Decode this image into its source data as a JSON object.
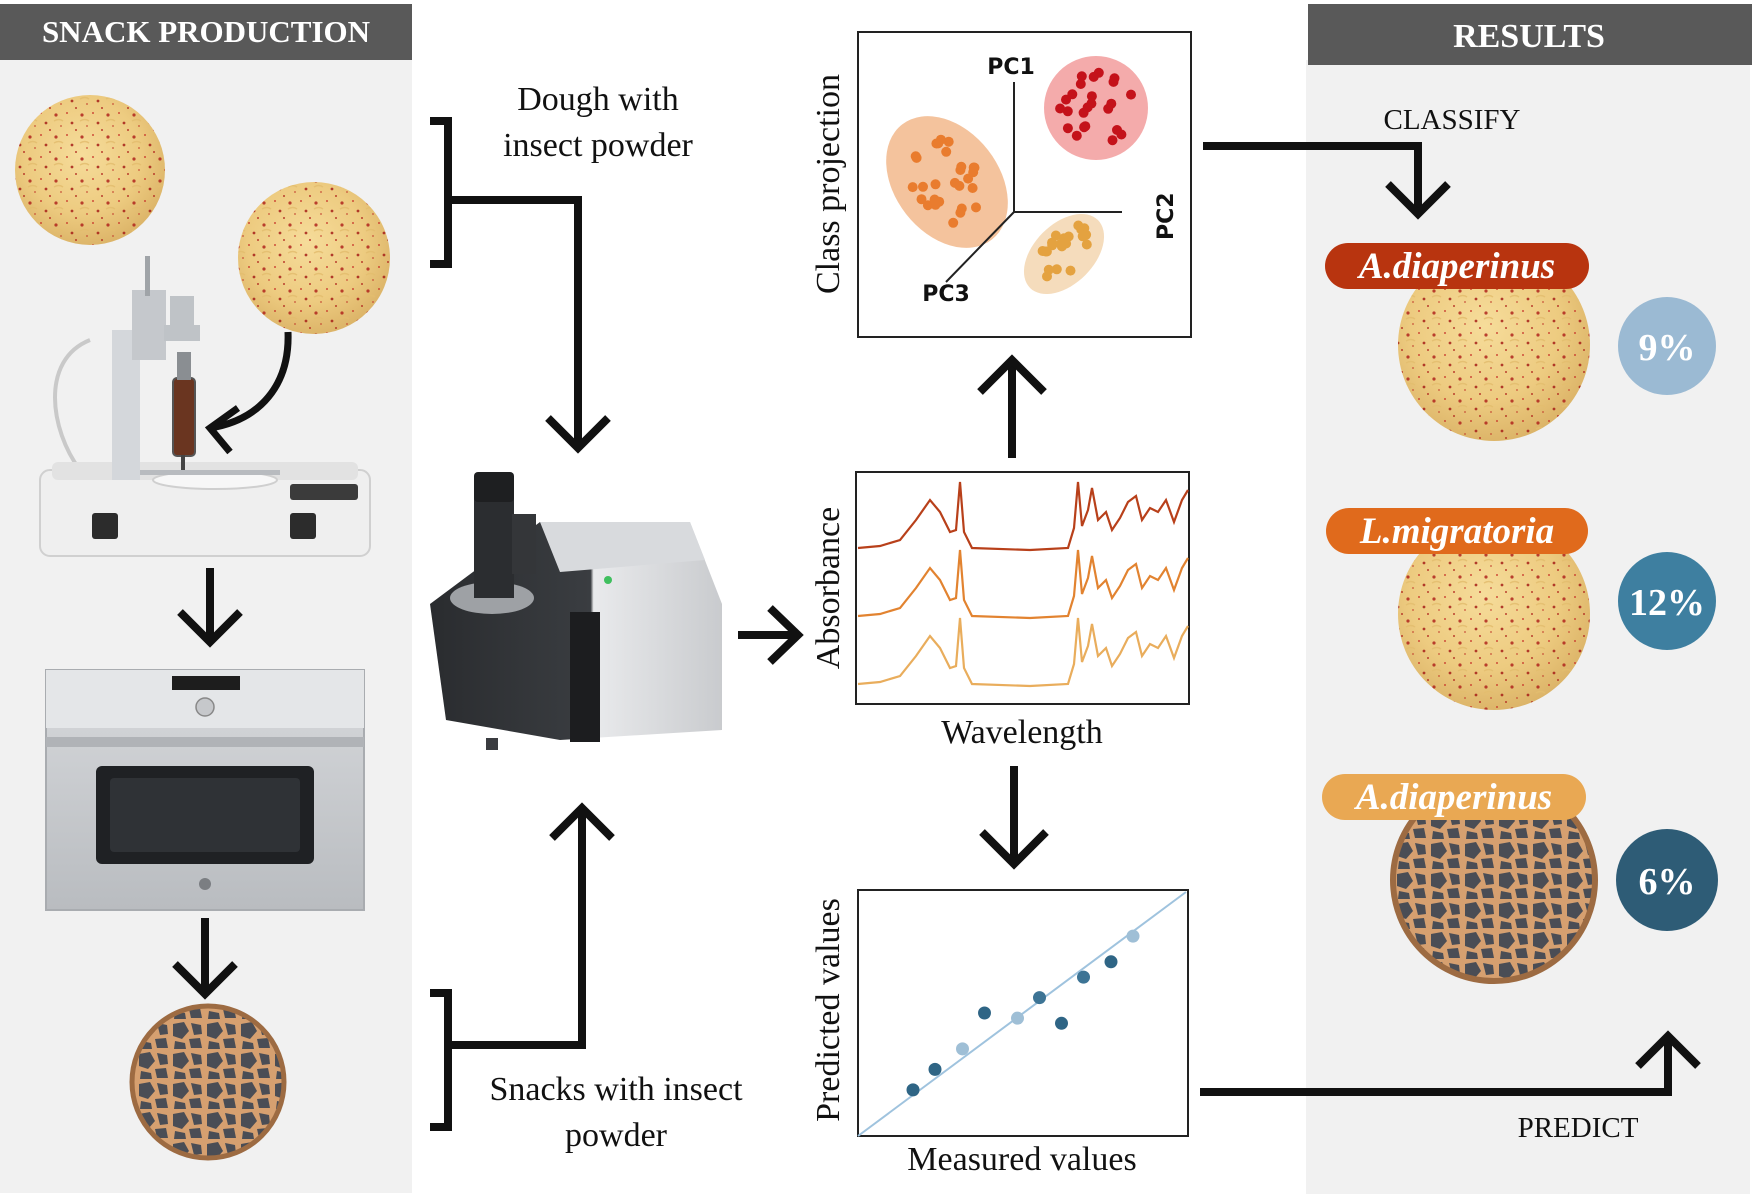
{
  "left_panel": {
    "title": "SNACK PRODUCTION"
  },
  "right_panel": {
    "title": "RESULTS"
  },
  "flow": {
    "dough_label_line1": "Dough with",
    "dough_label_line2": "insect powder",
    "snack_label_line1": "Snacks with insect",
    "snack_label_line2": "powder"
  },
  "pca_plot": {
    "ylabel": "Class projection",
    "axis_pc1": "PC1",
    "axis_pc2": "PC2",
    "axis_pc3": "PC3"
  },
  "spectra_plot": {
    "ylabel": "Absorbance",
    "xlabel": "Wavelength",
    "series_colors": [
      "#b8401a",
      "#e28330",
      "#e9ad5c"
    ]
  },
  "regression_plot": {
    "ylabel": "Predicted values",
    "xlabel": "Measured values"
  },
  "actions": {
    "classify": "CLASSIFY",
    "predict": "PREDICT"
  },
  "results": [
    {
      "species": "A.diaperinus",
      "percent": "9%",
      "label_color": "#b8340f",
      "badge_color": "#9bbad3"
    },
    {
      "species": "L.migratoria",
      "percent": "12%",
      "label_color": "#e06a1c",
      "badge_color": "#3e7fa0"
    },
    {
      "species": "A.diaperinus",
      "percent": "6%",
      "label_color": "#e9a853",
      "badge_color": "#2e5c76"
    }
  ],
  "chart_data": [
    {
      "type": "scatter",
      "title": "",
      "ylabel": "Predicted values",
      "xlabel": "Measured values",
      "series": [
        {
          "x": [
            1.0,
            1.4,
            1.9,
            2.3,
            2.9,
            3.3,
            3.7,
            4.1,
            4.6,
            5.0
          ],
          "y": [
            0.9,
            1.3,
            1.7,
            2.4,
            2.3,
            2.7,
            2.2,
            3.1,
            3.4,
            3.9
          ]
        }
      ]
    }
  ]
}
